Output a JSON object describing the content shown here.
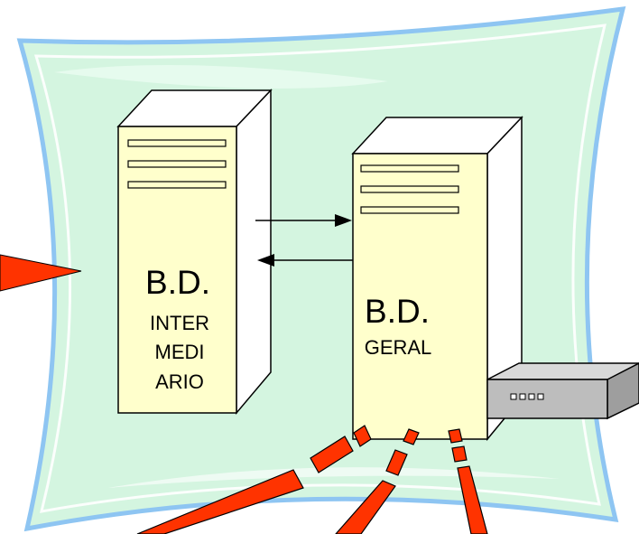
{
  "servers": {
    "left": {
      "title": "B.D.",
      "lines": [
        "INTER",
        "MEDI",
        "ARIO"
      ]
    },
    "right": {
      "title": "B.D.",
      "lines": [
        "GERAL"
      ]
    }
  },
  "colors": {
    "background_fill": "#d4f5e0",
    "frame_stroke": "#8ec5f2",
    "server_face": "#ffffcc",
    "server_side": "#ffffff",
    "link_red": "#ff3300",
    "device_gray": "#bdbdbd"
  }
}
